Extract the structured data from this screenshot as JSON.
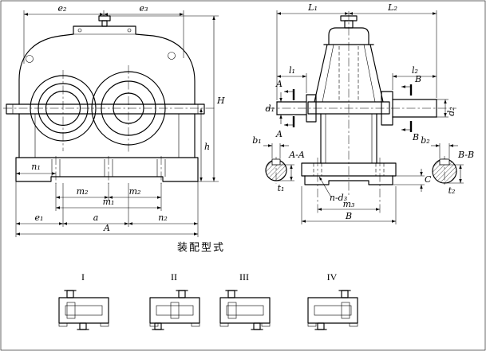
{
  "caption": {
    "assembly_title": "装配型式"
  },
  "front": {
    "e2": "e₂",
    "e3": "e₃",
    "H": "H",
    "h": "h",
    "n1": "n₁",
    "m2_left": "m₂",
    "m2_right": "m₂",
    "m1": "m₁",
    "e1": "e₁",
    "a": "a",
    "n2": "n₂",
    "A": "A"
  },
  "side": {
    "L1": "L₁",
    "L2": "L₂",
    "l1": "l₁",
    "l2": "l₂",
    "d1": "d₁",
    "d2": "d₂",
    "A_top": "A",
    "A_bottom": "A",
    "B_top": "B",
    "B_bottom": "B",
    "b1": "b₁",
    "b2": "b₂",
    "t1": "t₁",
    "t2": "t₂",
    "AA": "A-A",
    "BB": "B-B",
    "C": "C",
    "n_d3": "n-d₃",
    "m3": "m₃",
    "B": "B"
  },
  "assembly": {
    "labels": [
      "I",
      "II",
      "III",
      "IV"
    ]
  }
}
